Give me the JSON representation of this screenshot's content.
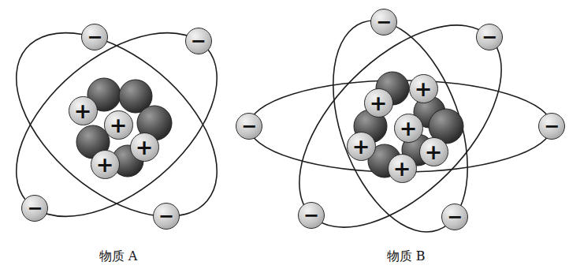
{
  "diagram": {
    "nodes": [
      {
        "text": [
          "−"
        ]
      },
      {
        "text": [
          "−"
        ]
      },
      {
        "text": [
          "+"
        ]
      },
      {
        "text": [
          "+"
        ]
      },
      {
        "text": [
          "+"
        ]
      },
      {
        "text": [
          "+"
        ]
      },
      {
        "text": [
          "−"
        ]
      },
      {
        "text": [
          "−"
        ]
      },
      {
        "text": [
          "−"
        ]
      },
      {
        "text": [
          "−"
        ]
      },
      {
        "text": [
          "+"
        ]
      },
      {
        "text": [
          "+"
        ]
      },
      {
        "text": [
          "−"
        ]
      },
      {
        "text": [
          "−"
        ]
      },
      {
        "text": [
          "+"
        ]
      },
      {
        "text": [
          "+"
        ]
      },
      {
        "text": [
          "+"
        ]
      },
      {
        "text": [
          "+"
        ]
      },
      {
        "text": [
          "−"
        ]
      },
      {
        "text": [
          "−"
        ]
      }
    ],
    "labels": [
      "物质 A",
      "物质 B"
    ]
  }
}
